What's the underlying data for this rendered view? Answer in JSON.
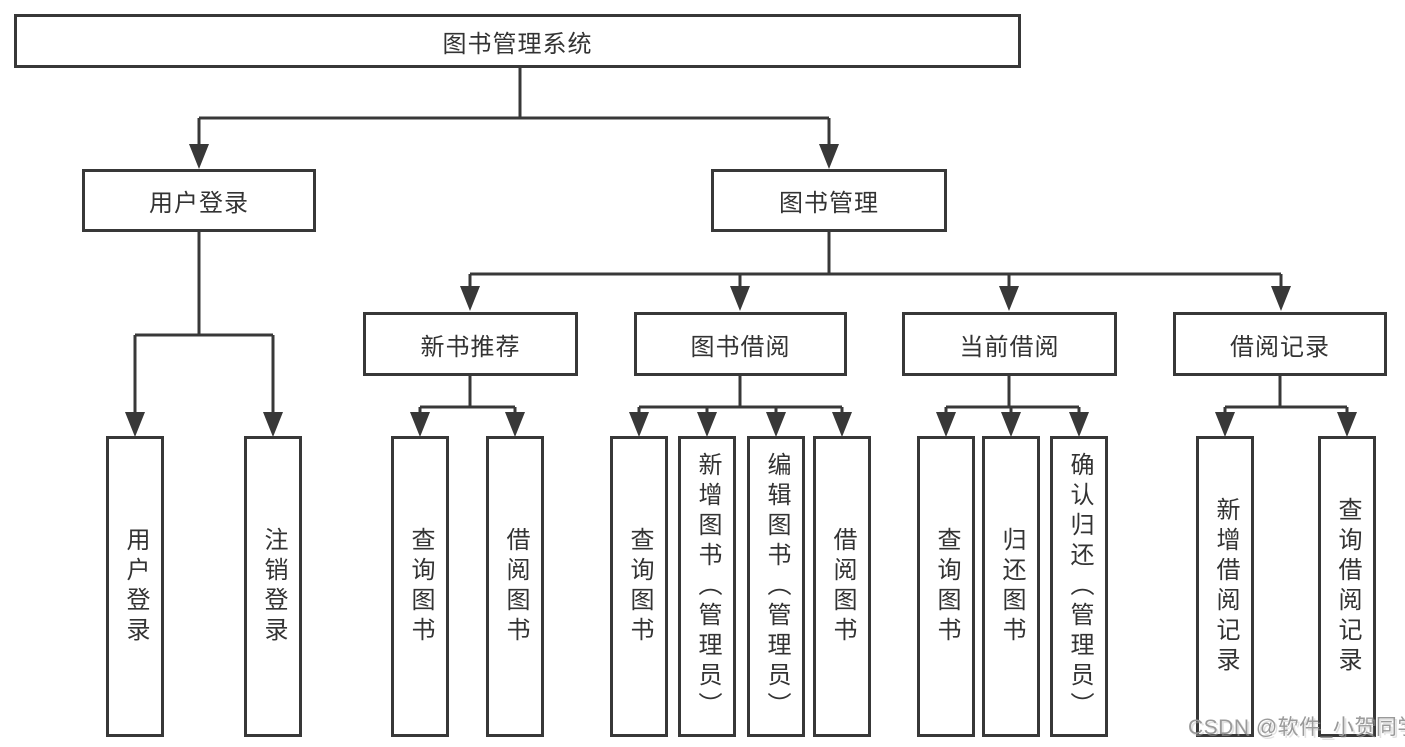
{
  "diagram": {
    "title": "图书管理系统",
    "root": {
      "label": "图书管理系统"
    },
    "level2": [
      {
        "label": "用户登录"
      },
      {
        "label": "图书管理"
      }
    ],
    "level3": [
      {
        "label": "新书推荐",
        "parent": "图书管理"
      },
      {
        "label": "图书借阅",
        "parent": "图书管理"
      },
      {
        "label": "当前借阅",
        "parent": "图书管理"
      },
      {
        "label": "借阅记录",
        "parent": "图书管理"
      }
    ],
    "leaves": [
      {
        "label": "用户登录",
        "parent": "用户登录"
      },
      {
        "label": "注销登录",
        "parent": "用户登录"
      },
      {
        "label": "查询图书",
        "parent": "新书推荐"
      },
      {
        "label": "借阅图书",
        "parent": "新书推荐"
      },
      {
        "label": "查询图书",
        "parent": "图书借阅"
      },
      {
        "label": "新增图书（管理员）",
        "parent": "图书借阅"
      },
      {
        "label": "编辑图书（管理员）",
        "parent": "图书借阅"
      },
      {
        "label": "借阅图书",
        "parent": "图书借阅"
      },
      {
        "label": "查询图书",
        "parent": "当前借阅"
      },
      {
        "label": "归还图书",
        "parent": "当前借阅"
      },
      {
        "label": "确认归还（管理员）",
        "parent": "当前借阅"
      },
      {
        "label": "新增借阅记录",
        "parent": "借阅记录"
      },
      {
        "label": "查询借阅记录",
        "parent": "借阅记录"
      }
    ]
  },
  "watermark": {
    "text": "CSDN @软件_小贺同学"
  },
  "colors": {
    "line": "#383838",
    "text": "#333333",
    "watermark": "#9a9a9a",
    "background": "#ffffff"
  }
}
